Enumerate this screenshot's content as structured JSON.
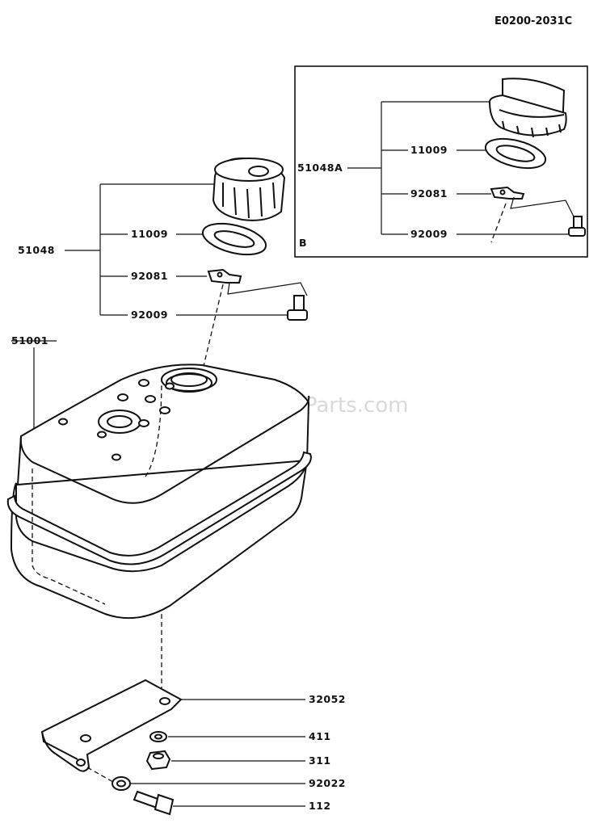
{
  "diagram_ref": "E0200-2031C",
  "watermark": "eReplacementParts.com",
  "inset_label": "B",
  "parts": {
    "cap_assembly": "51048",
    "cap_assembly_alt": "51048A",
    "gasket": "11009",
    "gasket_alt": "11009",
    "plate": "92081",
    "plate_alt": "92081",
    "bolt": "92009",
    "bolt_alt": "92009",
    "tank": "51001",
    "bracket": "32052",
    "washer": "411",
    "nut": "311",
    "washer_b": "92022",
    "bolt_b": "112"
  }
}
